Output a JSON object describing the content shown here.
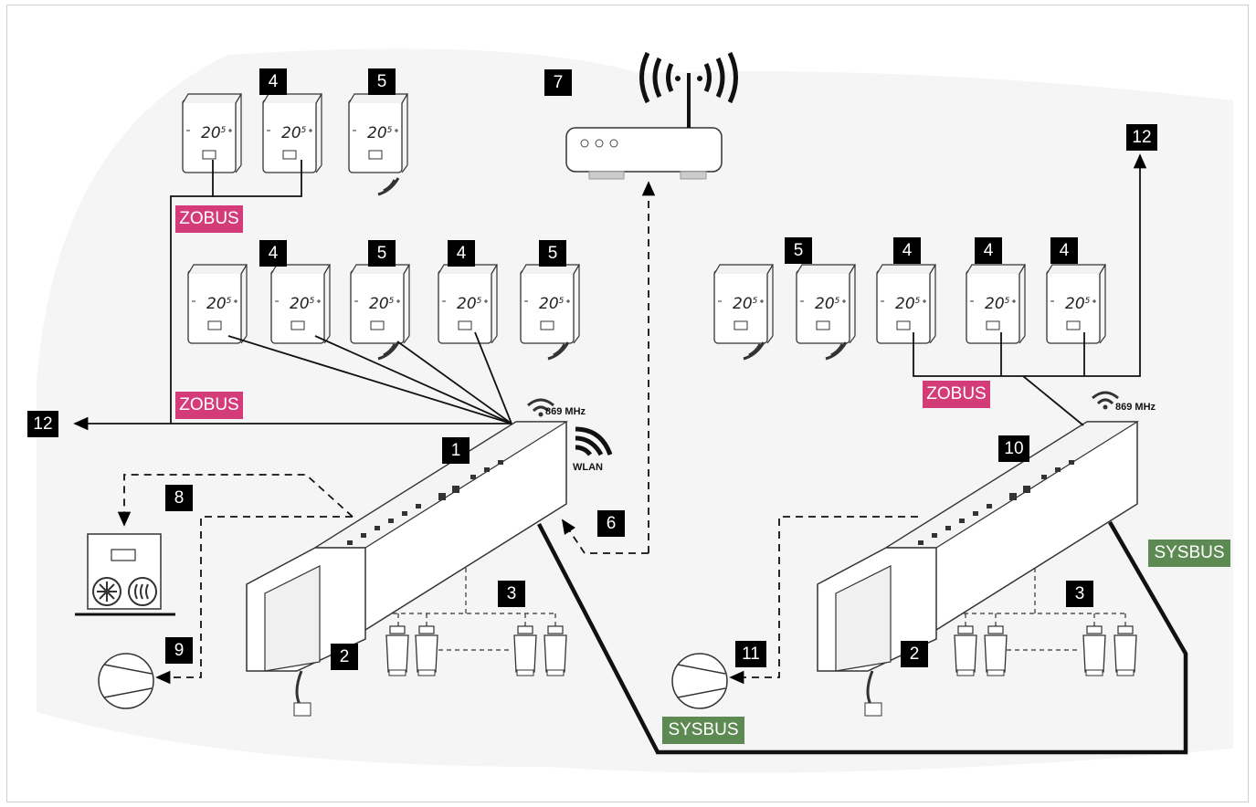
{
  "diagram": {
    "number_labels": {
      "n1": "1",
      "n2": "2",
      "n3": "3",
      "n4": "4",
      "n5": "5",
      "n6": "6",
      "n7": "7",
      "n8": "8",
      "n9": "9",
      "n10": "10",
      "n11": "11",
      "n12": "12"
    },
    "bus_labels": {
      "zobus": "ZOBUS",
      "sysbus": "SYSBUS"
    },
    "radio": {
      "frequency": "869 MHz",
      "wlan": "WLAN"
    },
    "thermostat_display": "20",
    "thermostat_decimal": "5",
    "colors": {
      "zobus": "#d43c79",
      "sysbus": "#5d8a52",
      "label_box": "#000000"
    }
  }
}
